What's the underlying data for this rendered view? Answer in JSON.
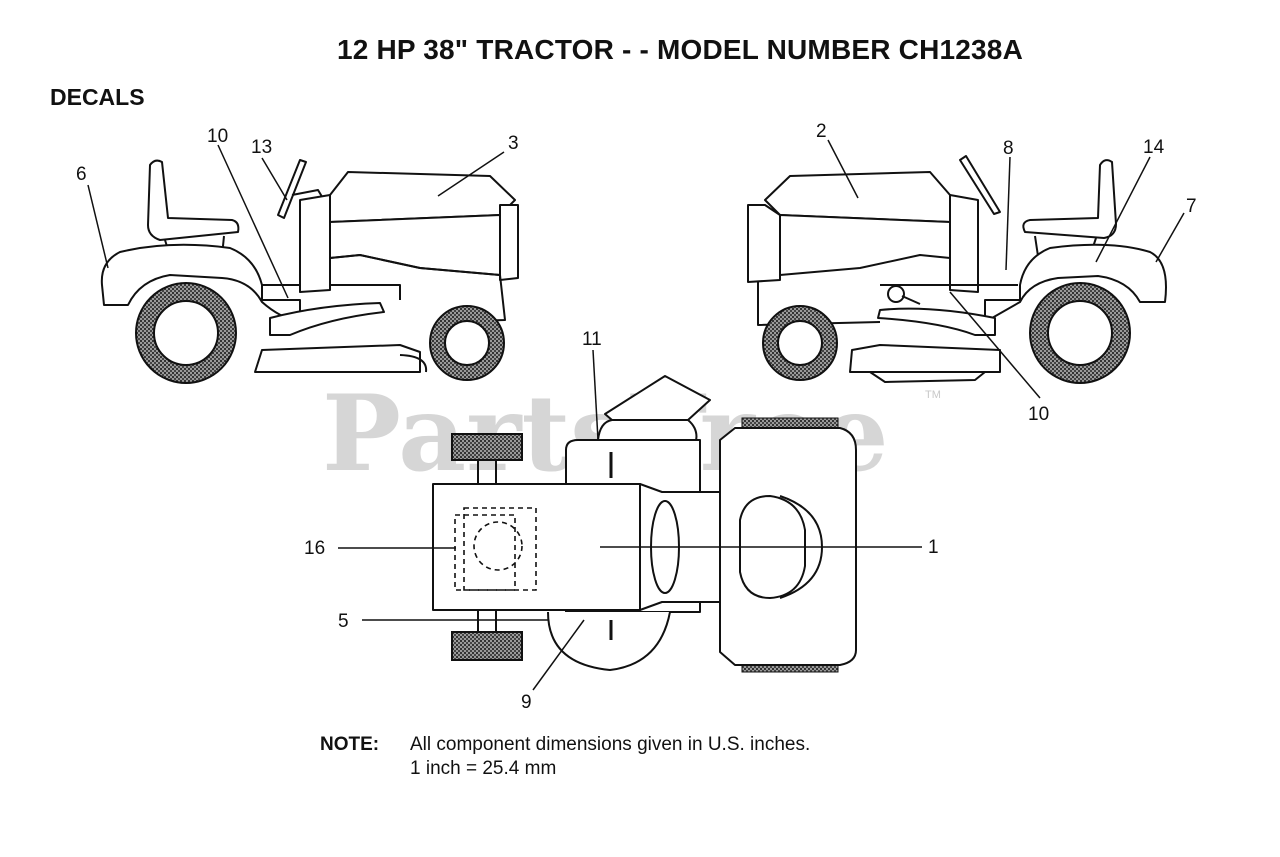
{
  "title": "12 HP 38\" TRACTOR - - MODEL NUMBER CH1238A",
  "section": "DECALS",
  "watermark": "PartsTree",
  "watermark_tm": "TM",
  "note": {
    "label": "NOTE:",
    "line1": "All component dimensions given in U.S. inches.",
    "line2": "1 inch = 25.4 mm"
  },
  "callouts": {
    "c1": "1",
    "c2": "2",
    "c3": "3",
    "c5": "5",
    "c6": "6",
    "c7": "7",
    "c8": "8",
    "c9": "9",
    "c10_left": "10",
    "c10_right": "10",
    "c11": "11",
    "c13": "13",
    "c14": "14",
    "c16": "16"
  },
  "colors": {
    "ink": "#111111",
    "tire": "#555555",
    "watermark": "#d6d6d6"
  }
}
